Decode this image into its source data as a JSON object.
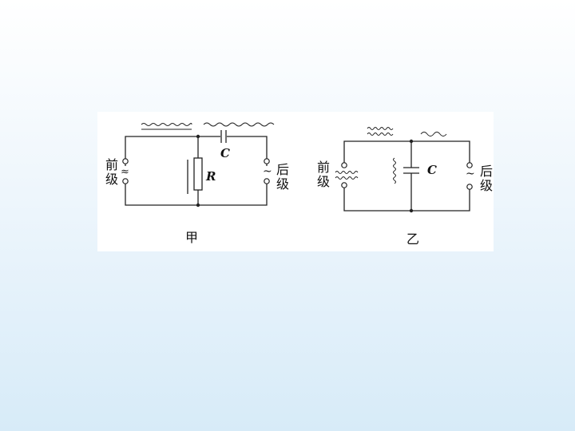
{
  "circuit_a": {
    "input_label": "前级",
    "output_label": "后级",
    "capacitor_label": "C",
    "resistor_label": "R",
    "ac_symbol_input": "≈",
    "ac_symbol_output": "~",
    "caption": "甲"
  },
  "circuit_b": {
    "input_label": "前级",
    "output_label": "后级",
    "capacitor_label": "C",
    "ac_symbol_output": "~",
    "caption": "乙"
  }
}
